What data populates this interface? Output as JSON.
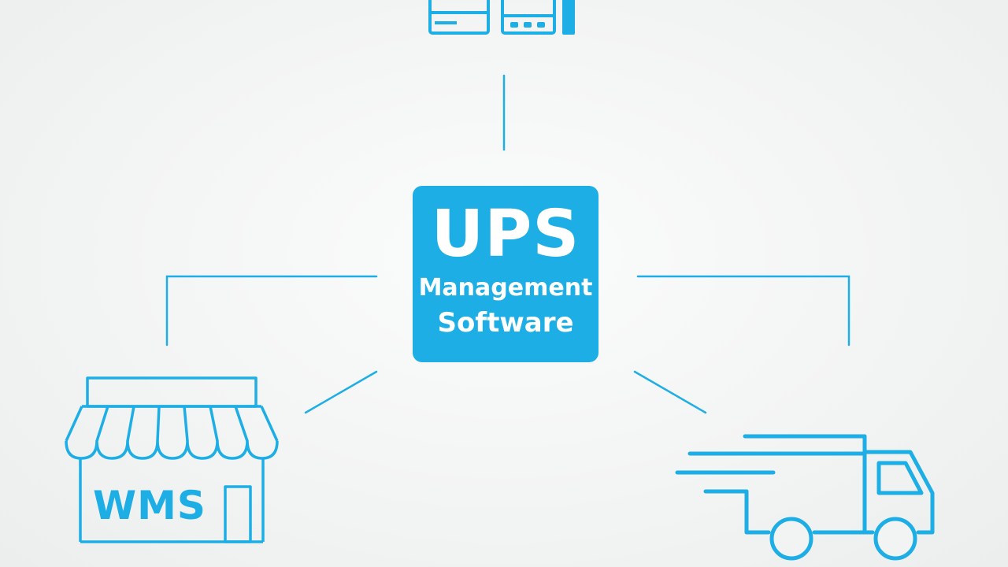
{
  "center": {
    "title": "UPS",
    "line1": "Management",
    "line2": "Software"
  },
  "store": {
    "label": "WMS"
  },
  "colors": {
    "accent": "#1eaee6",
    "background": "#f2f3f3"
  },
  "icons": {
    "top": "ups-hardware-icon",
    "left": "store-icon",
    "right": "delivery-truck-icon"
  }
}
